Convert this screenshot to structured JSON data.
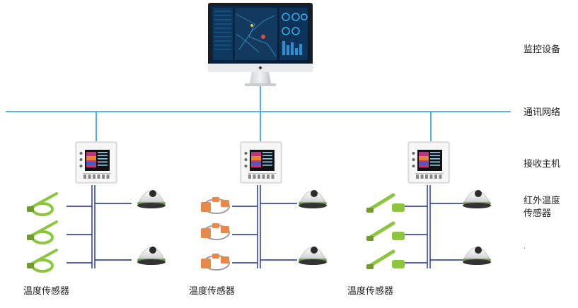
{
  "labels": {
    "monitoring": "监控设备",
    "network": "通讯网络",
    "host": "接收主机",
    "infrared_line1": "红外温度",
    "infrared_line2": "传感器",
    "dot": ".",
    "temp_left": "温度传感器",
    "temp_mid": "温度传感器",
    "temp_right": "温度传感器"
  },
  "colors": {
    "network_line": "#2a9fd6",
    "bus_line": "#1d2f8a",
    "sensor_green": "#8cc63f",
    "sensor_orange": "#e8884a"
  },
  "groups": [
    {
      "name": "left",
      "sensor_style": "green-strap"
    },
    {
      "name": "middle",
      "sensor_style": "orange-ring"
    },
    {
      "name": "right",
      "sensor_style": "green-clip"
    }
  ]
}
